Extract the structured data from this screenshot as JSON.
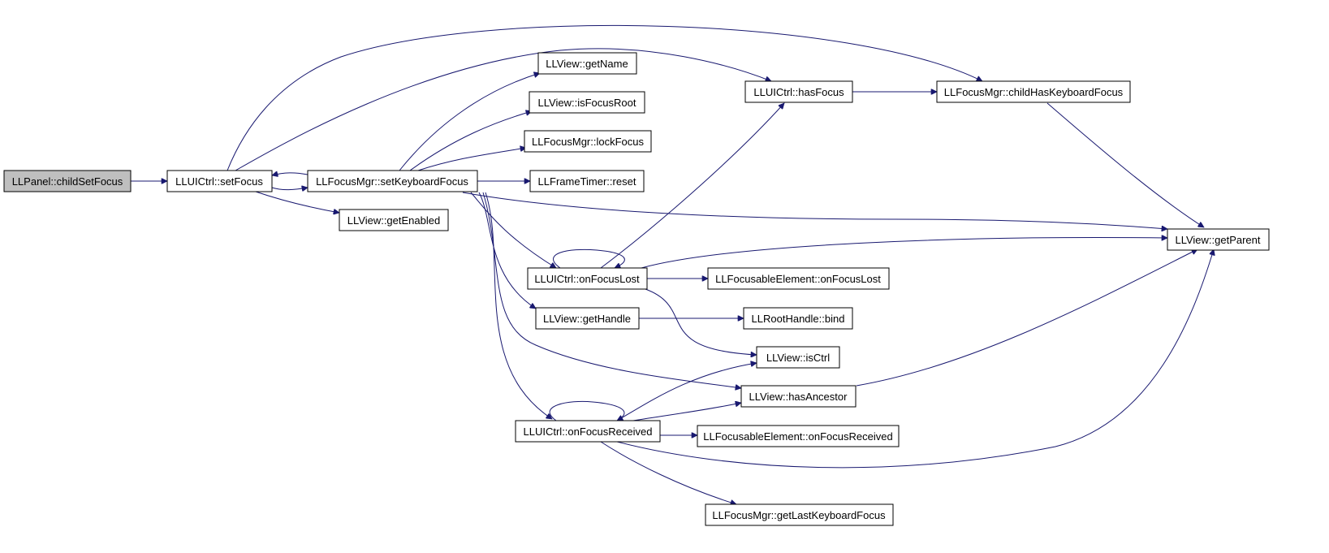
{
  "colors": {
    "edge": "#191970",
    "node_fill": "#ffffff",
    "root_fill": "#bfbfbf",
    "node_border": "#000000"
  },
  "nodes": {
    "childSetFocus": "LLPanel::childSetFocus",
    "setFocus": "LLUICtrl::setFocus",
    "setKeyboardFocus": "LLFocusMgr::setKeyboardFocus",
    "getEnabled": "LLView::getEnabled",
    "getName": "LLView::getName",
    "isFocusRoot": "LLView::isFocusRoot",
    "lockFocus": "LLFocusMgr::lockFocus",
    "reset": "LLFrameTimer::reset",
    "hasFocus": "LLUICtrl::hasFocus",
    "childHasKeyboardFocus": "LLFocusMgr::childHasKeyboardFocus",
    "getParent": "LLView::getParent",
    "onFocusLost": "LLUICtrl::onFocusLost",
    "elemOnFocusLost": "LLFocusableElement::onFocusLost",
    "getHandle": "LLView::getHandle",
    "bind": "LLRootHandle::bind",
    "isCtrl": "LLView::isCtrl",
    "hasAncestor": "LLView::hasAncestor",
    "onFocusReceived": "LLUICtrl::onFocusReceived",
    "elemOnFocusReceived": "LLFocusableElement::onFocusReceived",
    "getLastKeyboardFocus": "LLFocusMgr::getLastKeyboardFocus"
  }
}
